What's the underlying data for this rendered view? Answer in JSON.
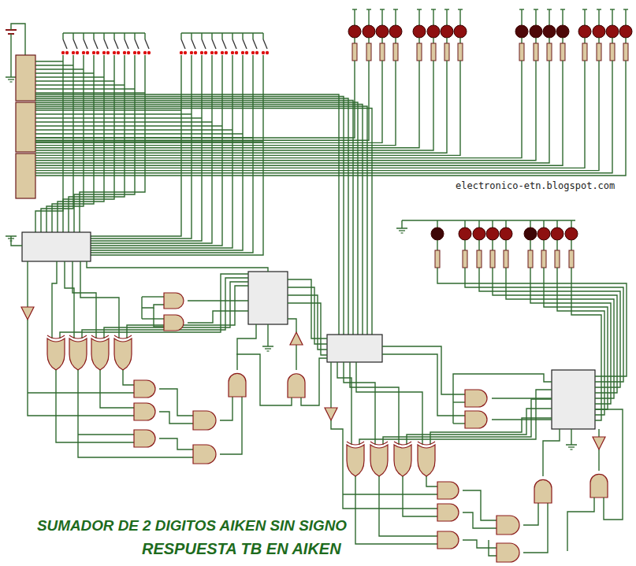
{
  "diagram": {
    "title": "SUMADOR DE 2 DIGITOS AIKEN SIN SIGNO",
    "labels": [
      "RESPUESTA TB EN AIKEN",
      "electronico-etn.blogspot.com"
    ]
  }
}
